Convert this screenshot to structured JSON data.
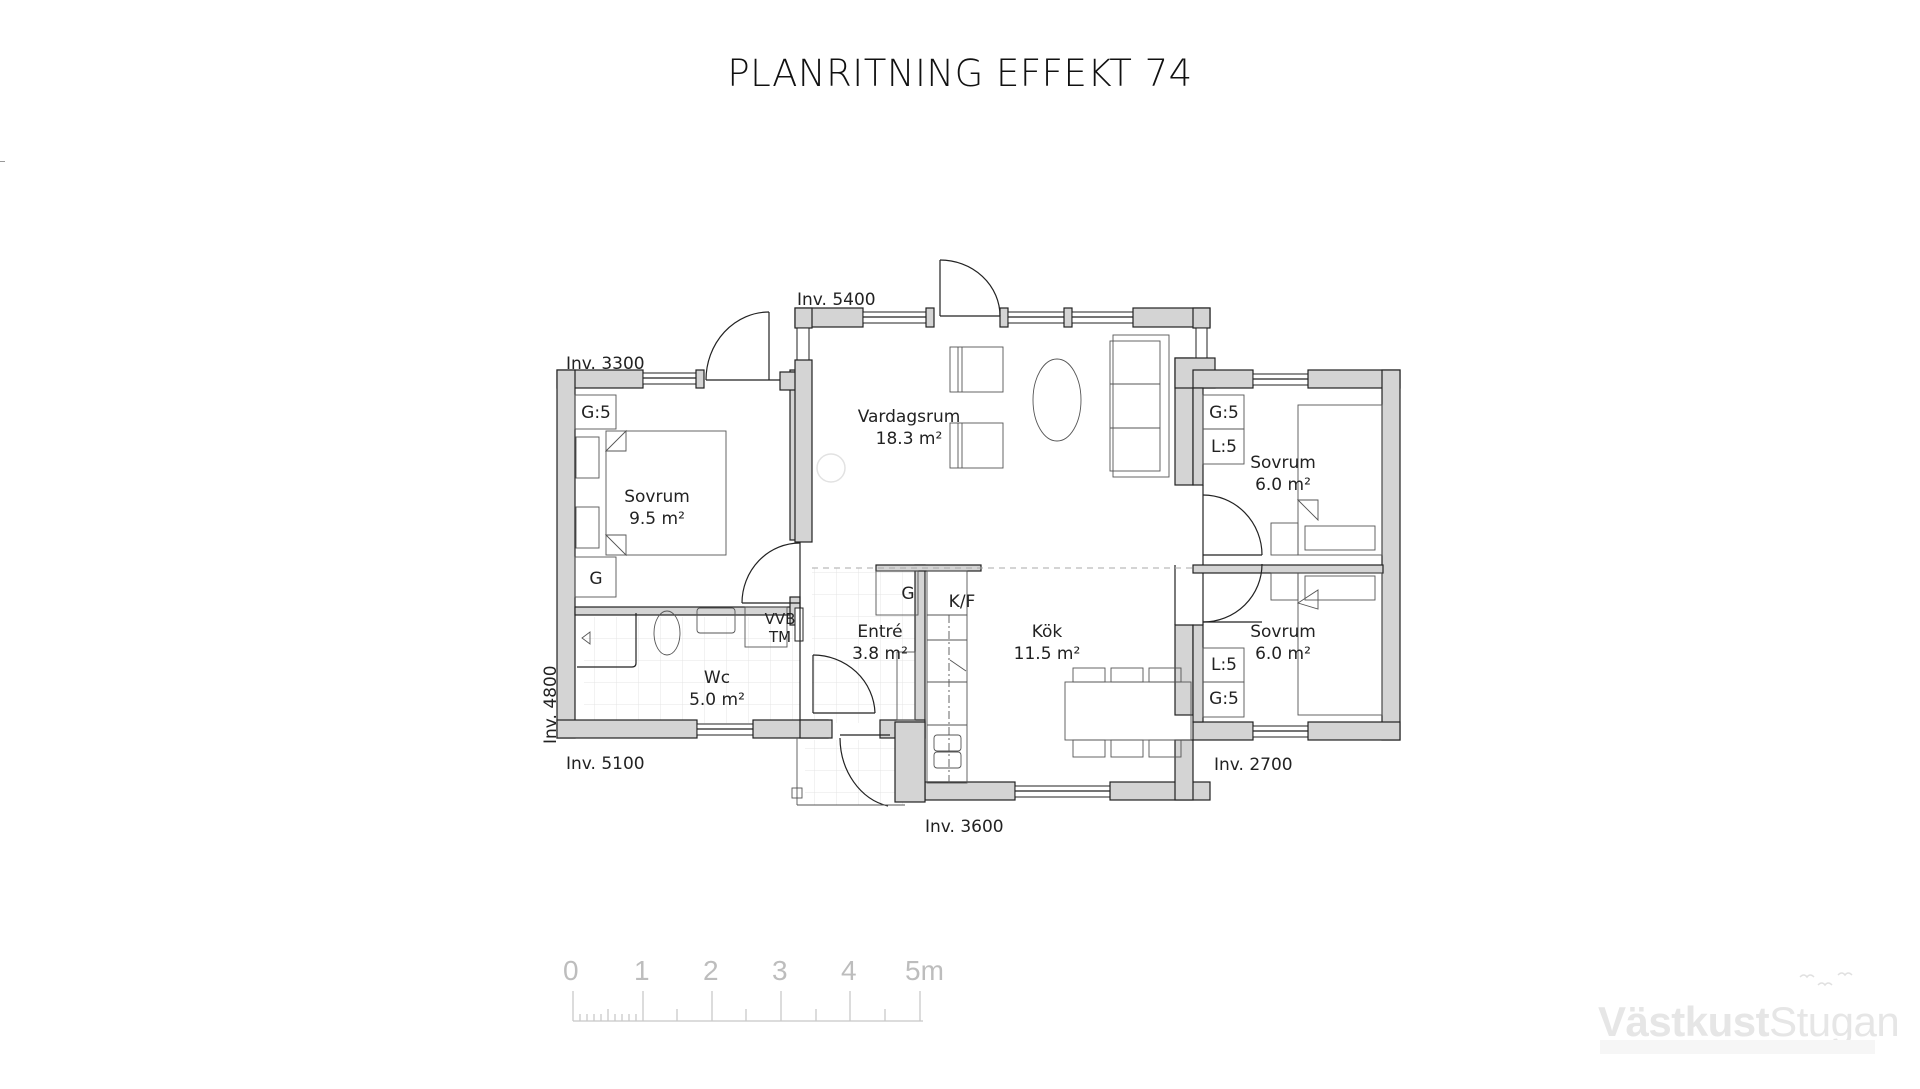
{
  "title": "PLANRITNING EFFEKT 74",
  "dimensions": {
    "inv_5400": "Inv. 5400",
    "inv_3300": "Inv. 3300",
    "inv_4800": "Inv. 4800",
    "inv_5100": "Inv. 5100",
    "inv_3600": "Inv. 3600",
    "inv_2700": "Inv. 2700"
  },
  "rooms": {
    "vardagsrum": {
      "name": "Vardagsrum",
      "area": "18.3 m²"
    },
    "sovrum_left": {
      "name": "Sovrum",
      "area": "9.5 m²"
    },
    "sovrum_right_top": {
      "name": "Sovrum",
      "area": "6.0 m²"
    },
    "sovrum_right_bottom": {
      "name": "Sovrum",
      "area": "6.0 m²"
    },
    "wc": {
      "name": "Wc",
      "area": "5.0 m²"
    },
    "entre": {
      "name": "Entré",
      "area": "3.8 m²"
    },
    "kok": {
      "name": "Kök",
      "area": "11.5 m²"
    }
  },
  "fixtures": {
    "g5_left": "G:5",
    "g_left": "G",
    "g5_right_top": "G:5",
    "l5_right_top": "L:5",
    "l5_right_bottom": "L:5",
    "g5_right_bottom": "G:5",
    "vvb": "VVB",
    "tm": "TM",
    "g_entre": "G",
    "kf": "K/F"
  },
  "scale_bar": {
    "labels": [
      "0",
      "1",
      "2",
      "3",
      "4",
      "5m"
    ],
    "unit": "m"
  },
  "logo": {
    "bold": "Västkust",
    "light": "Stugan"
  },
  "colors": {
    "wall_fill": "#d4d4d4",
    "line": "#222222",
    "scale": "#bdbdbd",
    "logo": "#e6e6e6"
  }
}
